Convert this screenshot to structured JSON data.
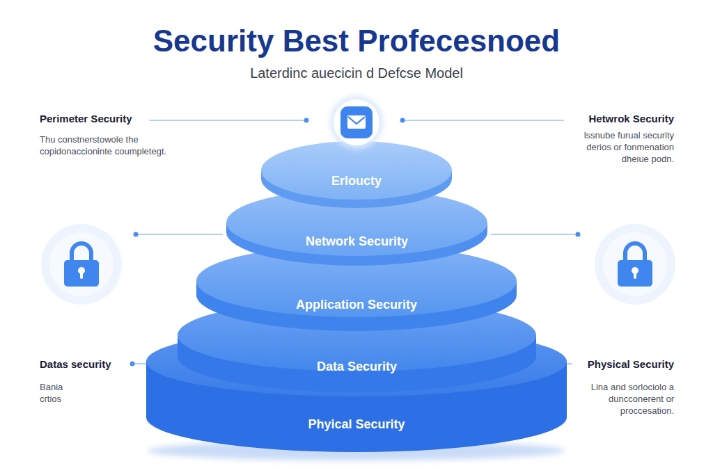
{
  "diagram": {
    "title": "Security Best Profecesnoed",
    "nodes": [
      {
        "text": [
          "Erloucty"
        ]
      },
      {
        "text": [
          "Network Security"
        ]
      },
      {
        "text": [
          "Application Security"
        ]
      },
      {
        "text": [
          "Data Security"
        ]
      },
      {
        "text": [
          "Phyical Security"
        ]
      }
    ],
    "labels": [
      "Laterdinc auecicin d Defcse Model",
      "Perimeter Security",
      "Thu constnerstowole the copidonaccioninte coumpletegt.",
      "Hetwrok Security",
      "lssnube furual security derios or fonmenation dheiue podn.",
      "Datas security",
      "Bania crtios",
      "Physical Security",
      "Lina and sorlociolo a duncconerent or proccesation."
    ]
  }
}
